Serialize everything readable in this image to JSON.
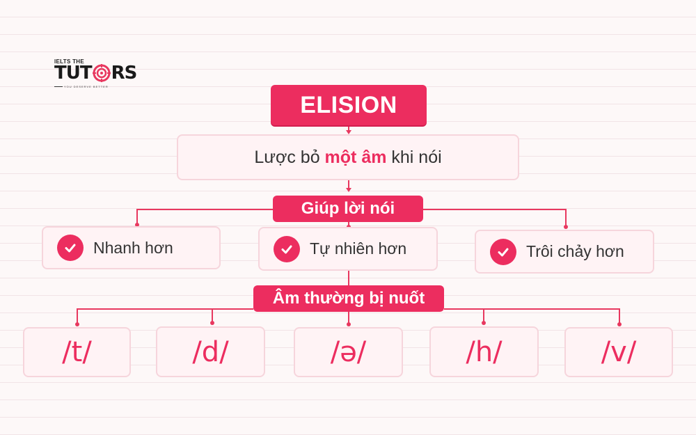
{
  "logo": {
    "small_text": "IELTS THE",
    "main_left": "TUT",
    "main_right": "RS",
    "tagline": "YOU DESERVE BETTER",
    "icon": "target-icon"
  },
  "title": "ELISION",
  "definition": {
    "before": "Lược bỏ ",
    "highlight": "một âm",
    "after": " khi nói"
  },
  "benefits_header": "Giúp lời nói",
  "benefits": [
    {
      "label": "Nhanh hơn",
      "icon": "check-icon"
    },
    {
      "label": "Tự nhiên hơn",
      "icon": "check-icon"
    },
    {
      "label": "Trôi chảy hơn",
      "icon": "check-icon"
    }
  ],
  "sounds_header": "Âm thường bị nuốt",
  "sounds": [
    "/t/",
    "/d/",
    "/ə/",
    "/h/",
    "/v/"
  ],
  "colors": {
    "accent": "#ec2d5f",
    "card_bg": "#fff3f5",
    "card_border": "#f6d5dc",
    "text": "#333333"
  }
}
